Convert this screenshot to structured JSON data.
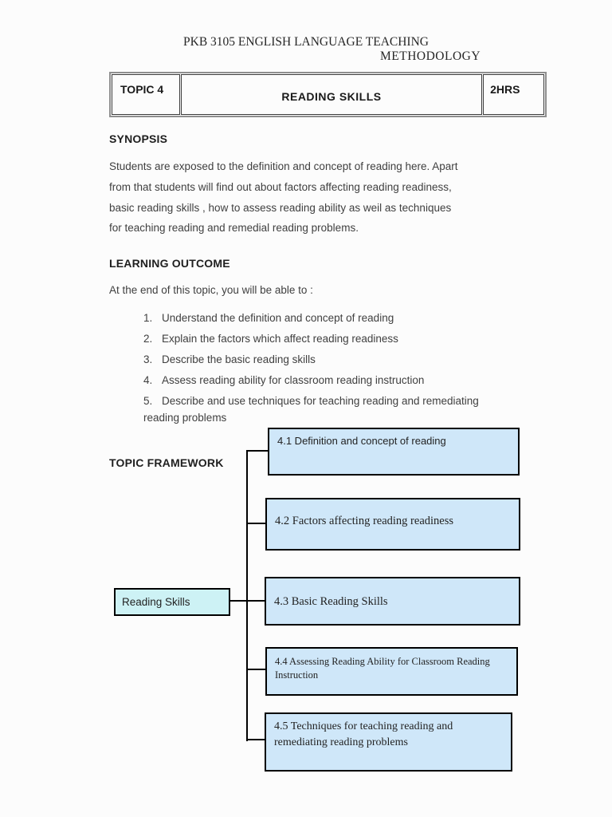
{
  "header": {
    "line1": "PKB 3105 ENGLISH LANGUAGE TEACHING",
    "line2": "METHODOLOGY"
  },
  "topic_table": {
    "topic": "TOPIC 4",
    "title": "READING SKILLS",
    "duration": "2HRS"
  },
  "synopsis": {
    "heading": "SYNOPSIS",
    "lines": [
      "Students are exposed to the definition and concept of reading here. Apart",
      "from that students will find out about factors affecting reading readiness,",
      "basic reading skills , how to assess reading ability as weil as techniques",
      "for teaching reading and remedial reading problems."
    ]
  },
  "learning_outcome": {
    "heading": "LEARNING OUTCOME",
    "intro": "At the end of this topic, you will be able to :",
    "items": [
      {
        "num": "1.",
        "text": "Understand the definition and concept of reading"
      },
      {
        "num": "2.",
        "text": "Explain the factors which affect reading readiness"
      },
      {
        "num": "3.",
        "text": "Describe the basic reading skills"
      },
      {
        "num": "4.",
        "text": "Assess reading ability for classroom reading instruction"
      },
      {
        "num": "5.",
        "text": "Describe and use techniques for teaching reading and remediating",
        "text2": "reading problems"
      }
    ]
  },
  "framework": {
    "heading": "TOPIC FRAMEWORK",
    "root_label": "Reading Skills",
    "nodes": [
      {
        "lines": [
          "4.1 Definition and concept of reading"
        ]
      },
      {
        "lines": [
          "4.2 Factors affecting reading readiness"
        ]
      },
      {
        "lines": [
          "4.3 Basic Reading Skills"
        ]
      },
      {
        "lines": [
          "4.4 Assessing Reading Ability for Classroom Reading",
          "Instruction"
        ]
      },
      {
        "lines": [
          "4.5 Techniques for teaching reading and",
          "remediating reading problems"
        ]
      }
    ]
  },
  "colors": {
    "node_fill": "#cfe7f9",
    "root_fill": "#cdf2f5",
    "line_color": "#000000"
  }
}
